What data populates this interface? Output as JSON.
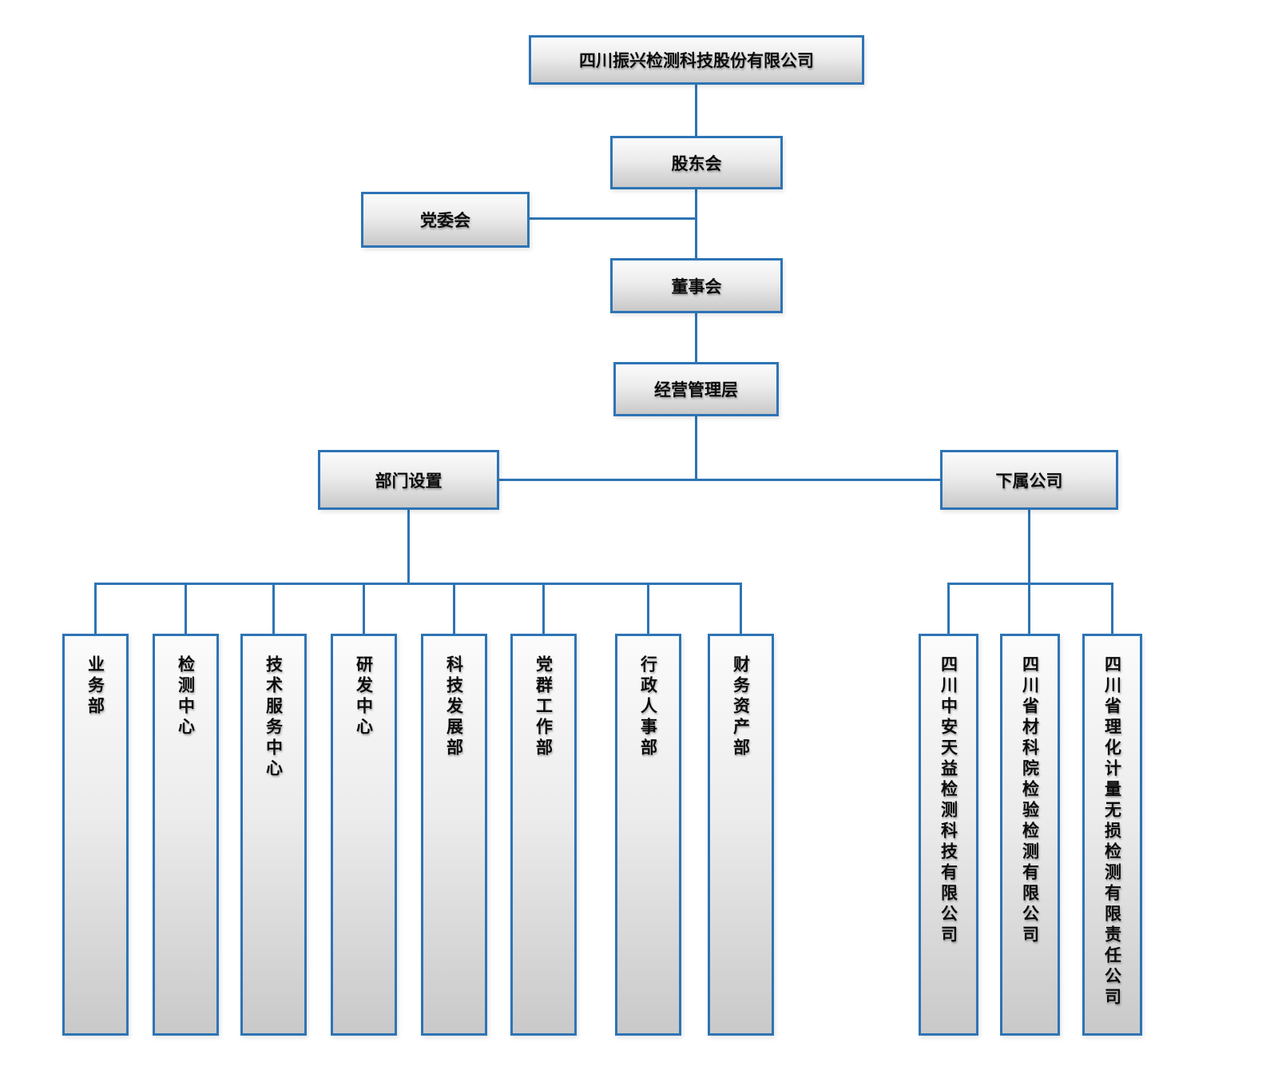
{
  "org": {
    "root": "四川振兴检测科技股份有限公司",
    "shareholders": "股东会",
    "party_committee": "党委会",
    "board": "董事会",
    "management": "经营管理层",
    "department_group": "部门设置",
    "subsidiary_group": "下属公司",
    "departments": [
      {
        "label": "业务部"
      },
      {
        "label": "检测中心"
      },
      {
        "label": "技术服务中心"
      },
      {
        "label": "研发中心"
      },
      {
        "label": "科技发展部"
      },
      {
        "label": "党群工作部"
      },
      {
        "label": "行政人事部"
      },
      {
        "label": "财务资产部"
      }
    ],
    "subsidiaries": [
      {
        "label": "四川中安天益检测科技有限公司"
      },
      {
        "label": "四川省材科院检验检测有限公司"
      },
      {
        "label": "四川省理化计量无损检测有限责任公司"
      }
    ],
    "colors": {
      "line": "#2e74b5",
      "box_border": "#2e74b5",
      "box_fill_top": "#fbfbfb",
      "box_fill_bottom": "#c9c9c9"
    }
  }
}
